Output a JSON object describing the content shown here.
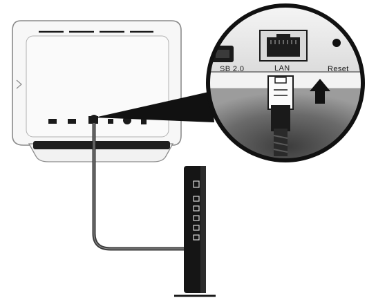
{
  "labels": {
    "usb": "SB 2.0",
    "lan": "LAN",
    "reset": "Reset"
  },
  "colors": {
    "ink": "#111111",
    "device_fill": "#f4f4f4",
    "device_outline": "#8a8a8a",
    "cable": "#4a4a4a",
    "zoom_background": "#e6e6e6",
    "panel_dark": "#1e1e1e"
  },
  "icons": {
    "arrow": "arrow-up-icon",
    "lan_port": "ethernet-port-icon",
    "reset_hole": "reset-hole-icon"
  }
}
